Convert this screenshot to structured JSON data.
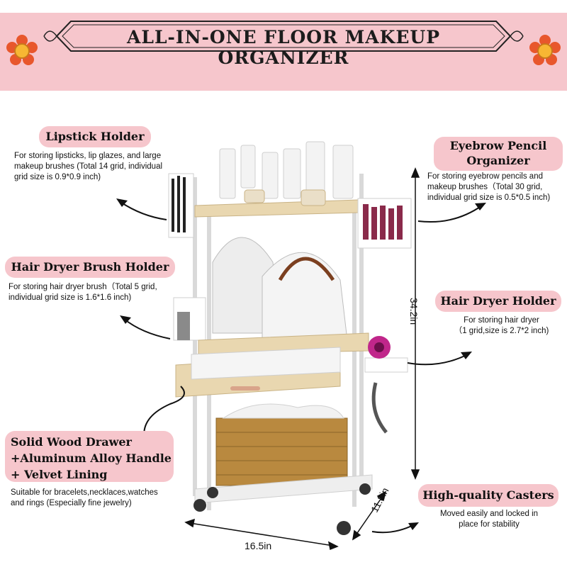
{
  "banner": {
    "title": "ALL-IN-ONE FLOOR MAKEUP ORGANIZER",
    "color": "#f6c6cc"
  },
  "features": {
    "lipstick": {
      "title": "Lipstick Holder",
      "desc": [
        "For storing lipsticks, lip glazes, and large",
        "makeup brushes (Total 14 grid, individual",
        "grid size is 0.9*0.9 inch)"
      ]
    },
    "eyebrow": {
      "title": [
        "Eyebrow Pencil",
        "Organizer"
      ],
      "desc": [
        "For storing eyebrow pencils and",
        "makeup brushes（Total 30 grid,",
        "individual grid size is 0.5*0.5 inch)"
      ]
    },
    "brush": {
      "title": "Hair Dryer Brush Holder",
      "desc": [
        "For storing hair dryer brush（Total 5 grid,",
        "individual grid size is 1.6*1.6 inch)"
      ]
    },
    "dryer": {
      "title": "Hair Dryer Holder",
      "desc": [
        "For storing hair dryer",
        "（1 grid,size is 2.7*2 inch)"
      ]
    },
    "drawer": {
      "title": [
        "Solid Wood Drawer",
        "+Aluminum Alloy Handle",
        "+ Velvet Lining"
      ],
      "desc": [
        "Suitable for bracelets,necklaces,watches",
        "and rings (Especially fine jewelry)"
      ]
    },
    "casters": {
      "title": "High-quality Casters",
      "desc": [
        "Moved easily and locked in",
        "place for stability"
      ]
    }
  },
  "dimensions": {
    "height": "34.2in",
    "depth": "11.8in",
    "width": "16.5in"
  }
}
